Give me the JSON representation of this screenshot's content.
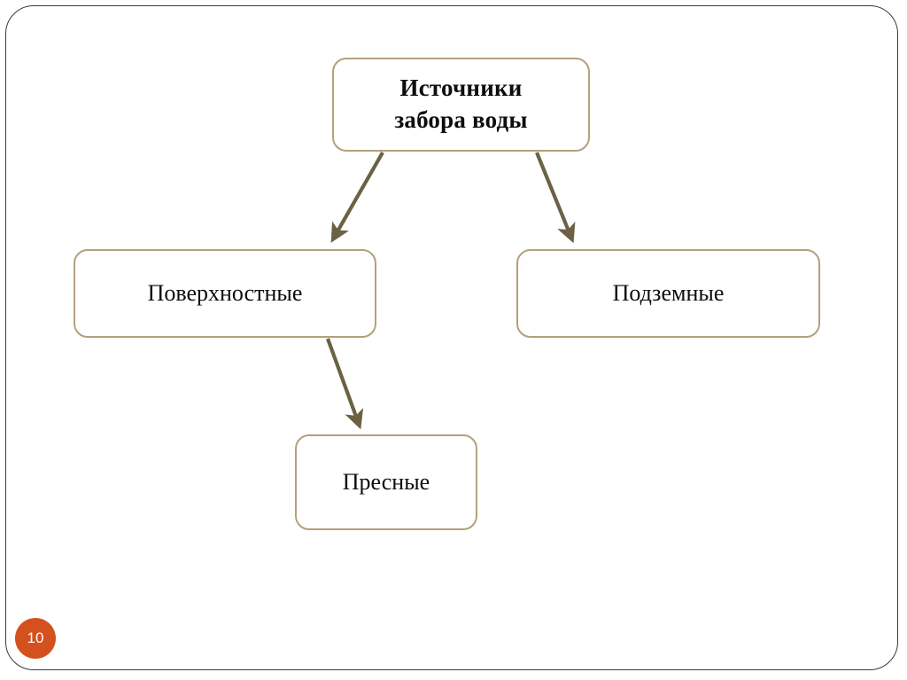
{
  "slide": {
    "number": "10",
    "background_color": "#ffffff",
    "frame_color": "#3b3b3b",
    "badge_color": "#d4501e"
  },
  "diagram": {
    "type": "tree",
    "node_border_color": "#b3a17c",
    "node_fill_color": "#ffffff",
    "arrow_color": "#6b6244",
    "nodes": [
      {
        "id": "root",
        "label": "Источники\nзабора воды",
        "bold": true
      },
      {
        "id": "surface",
        "label": "Поверхностные",
        "bold": false
      },
      {
        "id": "underground",
        "label": "Подземные",
        "bold": false
      },
      {
        "id": "fresh",
        "label": "Пресные",
        "bold": false
      }
    ],
    "edges": [
      {
        "from": "root",
        "to": "surface"
      },
      {
        "from": "root",
        "to": "underground"
      },
      {
        "from": "surface",
        "to": "fresh"
      }
    ]
  }
}
